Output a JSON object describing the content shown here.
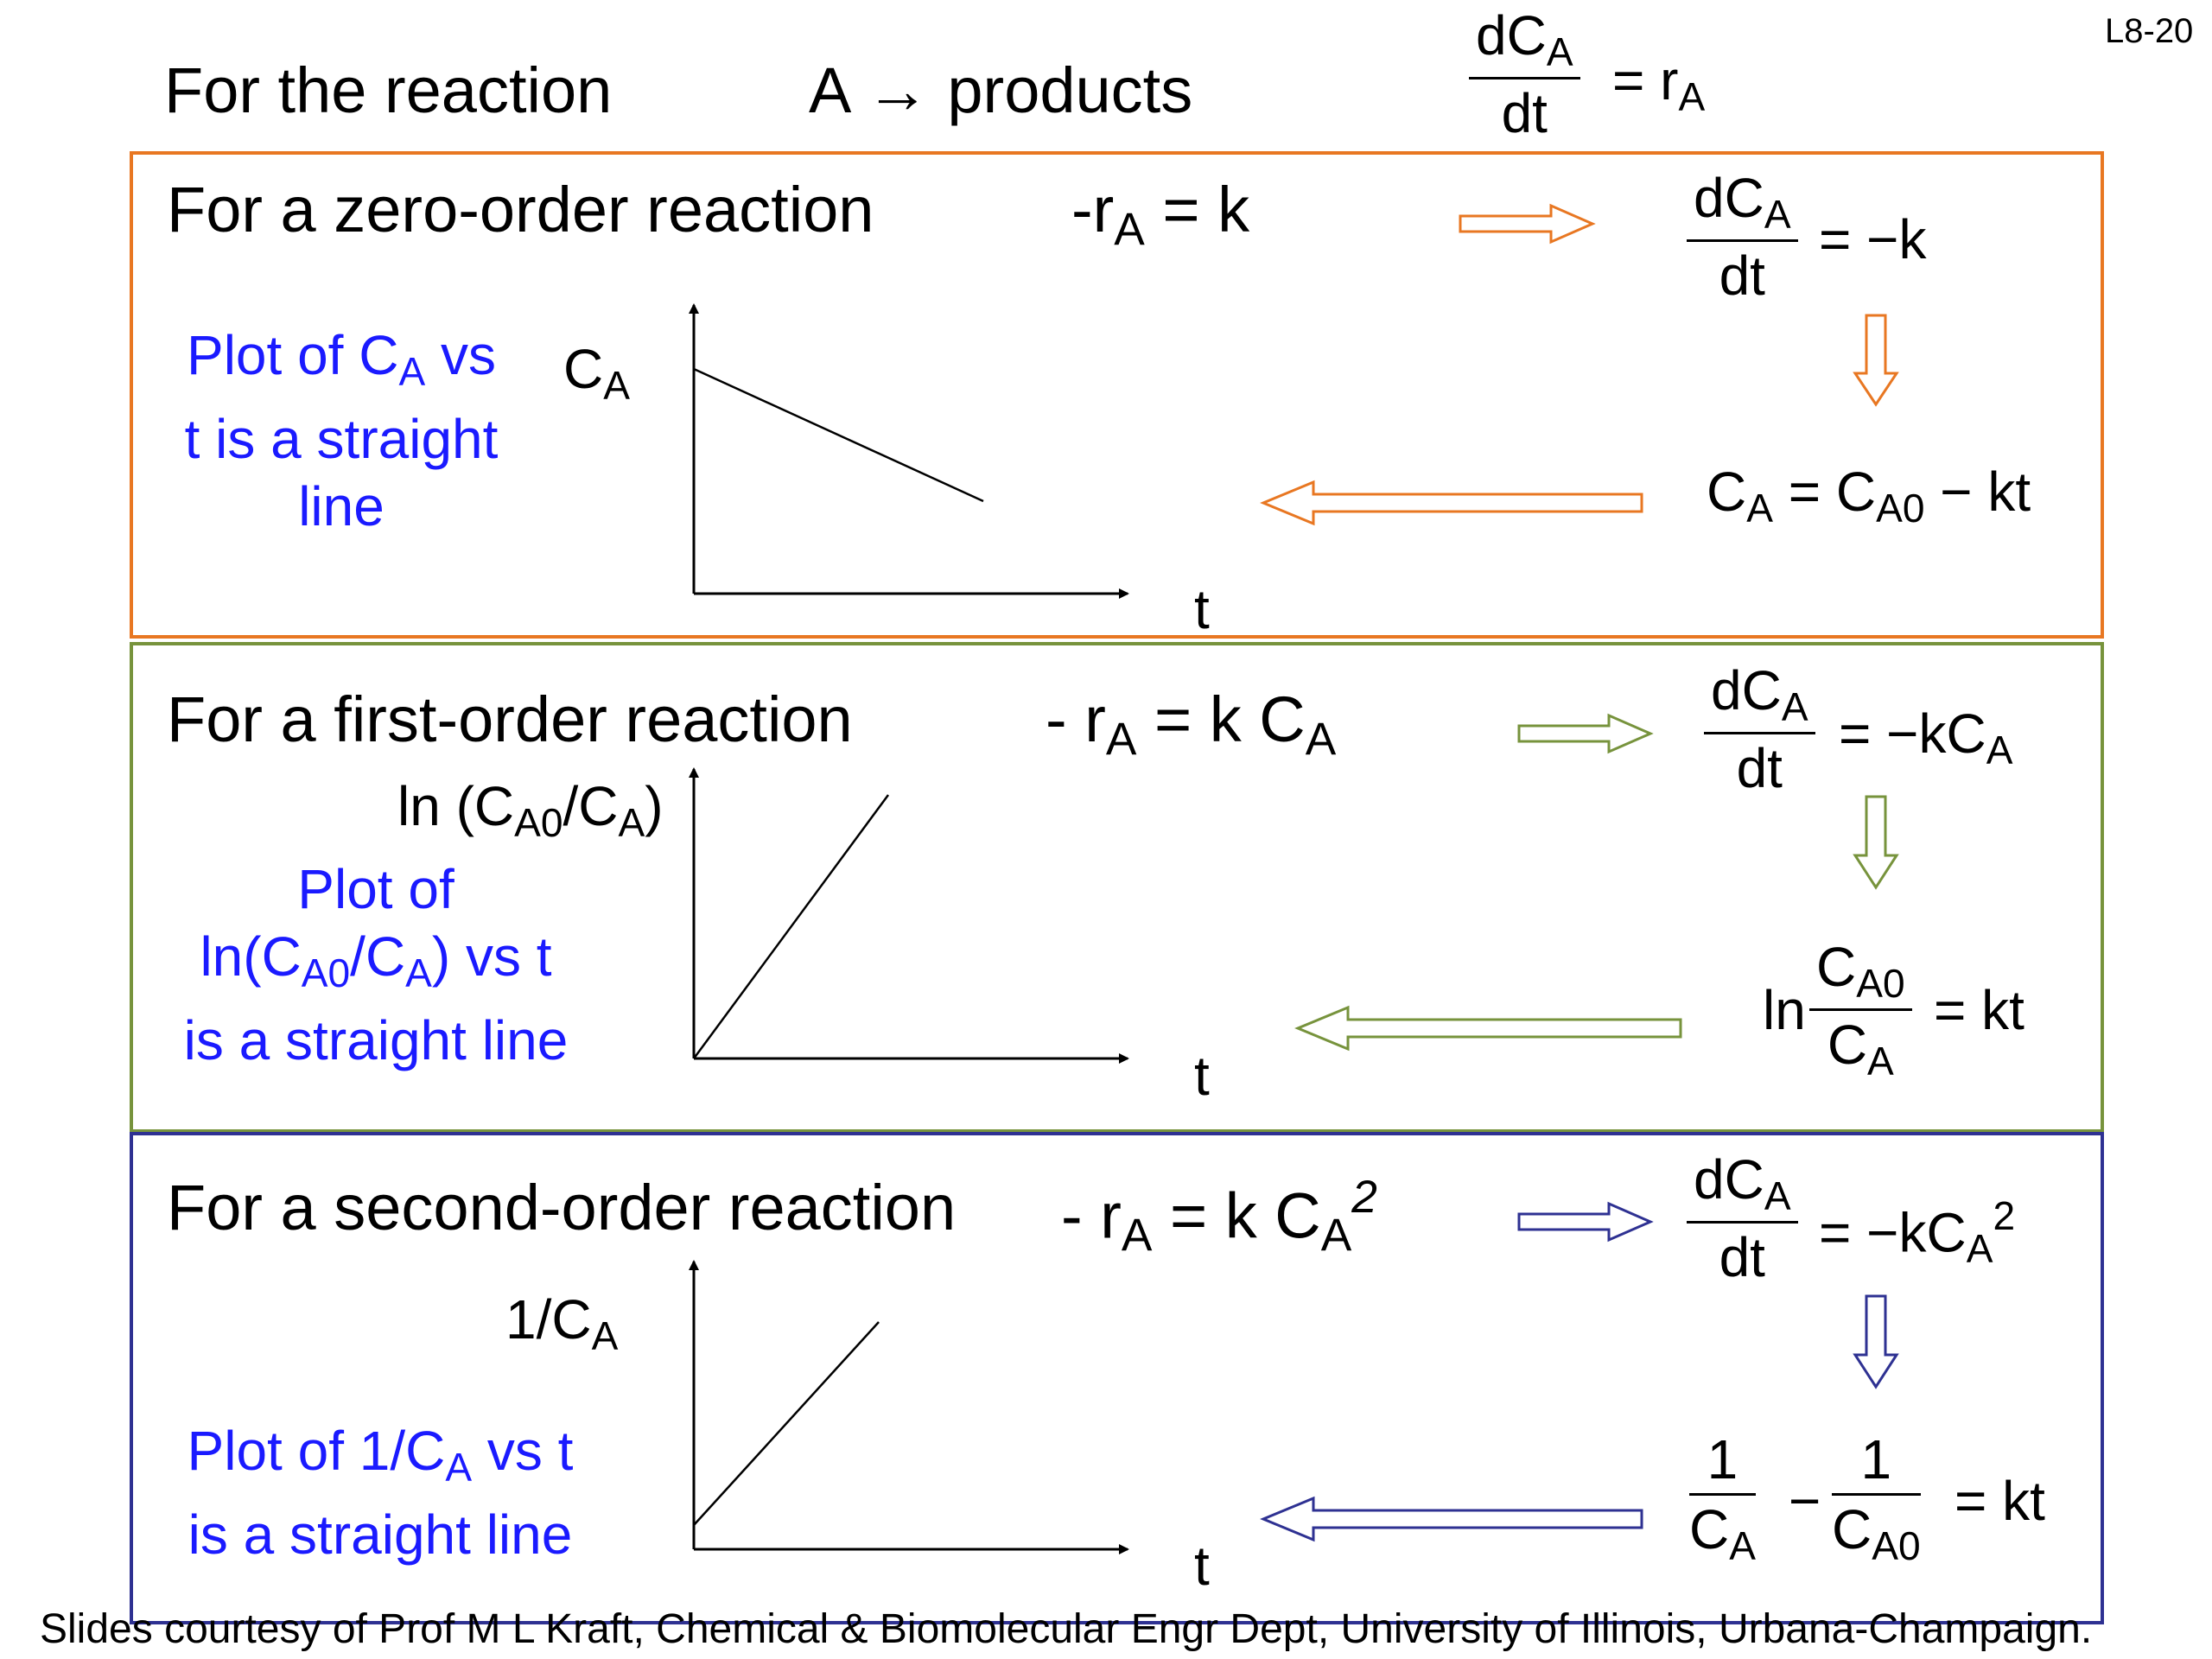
{
  "slide_number": "L8-20",
  "header": {
    "lead": "For the reaction",
    "reaction_A": "A",
    "arrow": "→",
    "reaction_products": "products",
    "rate_num": "dC",
    "rate_num_sub": "A",
    "rate_den": "dt",
    "rate_eq": "= r",
    "rate_eq_sub": "A"
  },
  "zero": {
    "title": "For a zero-order reaction",
    "rate_law_pre": "-r",
    "rate_law_sub": "A",
    "rate_law_post": " =  k",
    "deriv_num": "dC",
    "deriv_num_sub": "A",
    "deriv_den": "dt",
    "deriv_rhs": "= −k",
    "integrated_a": "C",
    "integrated_a_sub": "A",
    "integrated_b": " = C",
    "integrated_b_sub": "A0",
    "integrated_c": " − kt",
    "plot_line1_pre": "Plot of C",
    "plot_line1_sub": "A",
    "plot_line1_post": " vs",
    "plot_line2": "t is a straight",
    "plot_line3": "line",
    "y_axis_label": "C",
    "y_axis_label_sub": "A",
    "x_axis_label": "t"
  },
  "first": {
    "title": "For a first-order reaction",
    "rate_law_pre": "- r",
    "rate_law_sub": "A",
    "rate_law_post": " = k C",
    "rate_law_sub2": "A",
    "deriv_num": "dC",
    "deriv_num_sub": "A",
    "deriv_den": "dt",
    "deriv_rhs": "= −kC",
    "deriv_rhs_sub": "A",
    "int_ln": "ln",
    "int_num": "C",
    "int_num_sub": "A0",
    "int_den": "C",
    "int_den_sub": "A",
    "int_rhs": "= kt",
    "plot_line1": "Plot of",
    "plot_line2_a": "ln(C",
    "plot_line2_sub1": "A0",
    "plot_line2_b": "/C",
    "plot_line2_sub2": "A",
    "plot_line2_c": ")  vs t",
    "plot_line3": "is a straight line",
    "y_axis_label_a": "ln (C",
    "y_axis_label_sub1": "A0",
    "y_axis_label_b": "/C",
    "y_axis_label_sub2": "A",
    "y_axis_label_c": ")",
    "x_axis_label": "t"
  },
  "second": {
    "title": "For a second-order reaction",
    "rate_law_pre": "- r",
    "rate_law_sub": "A",
    "rate_law_post": " =  k C",
    "rate_law_sub2": "A",
    "rate_law_sup": "2",
    "deriv_num": "dC",
    "deriv_num_sub": "A",
    "deriv_den": "dt",
    "deriv_rhs": "= −kC",
    "deriv_rhs_sub": "A",
    "deriv_rhs_sup": "2",
    "int_num1": "1",
    "int_den1": "C",
    "int_den1_sub": "A",
    "int_minus": "−",
    "int_num2": "1",
    "int_den2": "C",
    "int_den2_sub": "A0",
    "int_rhs": "= kt",
    "plot_line1_pre": "Plot of 1/C",
    "plot_line1_sub": "A",
    "plot_line1_post": " vs t",
    "plot_line2": "is a straight line",
    "y_axis_label": "1/C",
    "y_axis_label_sub": "A",
    "x_axis_label": "t"
  },
  "footer": "Slides courtesy of Prof M L Kraft, Chemical & Biomolecular Engr Dept, University of Illinois, Urbana-Champaign.",
  "colors": {
    "zero_order": "#e87722",
    "first_order": "#77933c",
    "second_order": "#2e3192",
    "annotation_text": "#1a1aff"
  }
}
